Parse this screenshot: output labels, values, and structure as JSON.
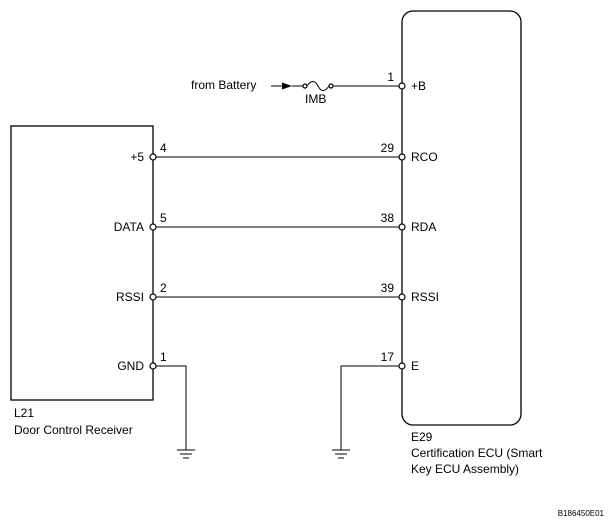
{
  "battery_label": "from Battery",
  "fuse_label": "IMB",
  "receiver": {
    "code": "L21",
    "name": "Door Control Receiver",
    "terminals": [
      {
        "name": "+5",
        "pin": "4"
      },
      {
        "name": "DATA",
        "pin": "5"
      },
      {
        "name": "RSSI",
        "pin": "2"
      },
      {
        "name": "GND",
        "pin": "1"
      }
    ]
  },
  "ecu": {
    "code": "E29",
    "name_line1": "Certification ECU (Smart",
    "name_line2": "Key ECU Assembly)",
    "terminals": [
      {
        "name": "+B",
        "pin": "1"
      },
      {
        "name": "RCO",
        "pin": "29"
      },
      {
        "name": "RDA",
        "pin": "38"
      },
      {
        "name": "RSSI",
        "pin": "39"
      },
      {
        "name": "E",
        "pin": "17"
      }
    ]
  },
  "figure_id": "B186450E01"
}
